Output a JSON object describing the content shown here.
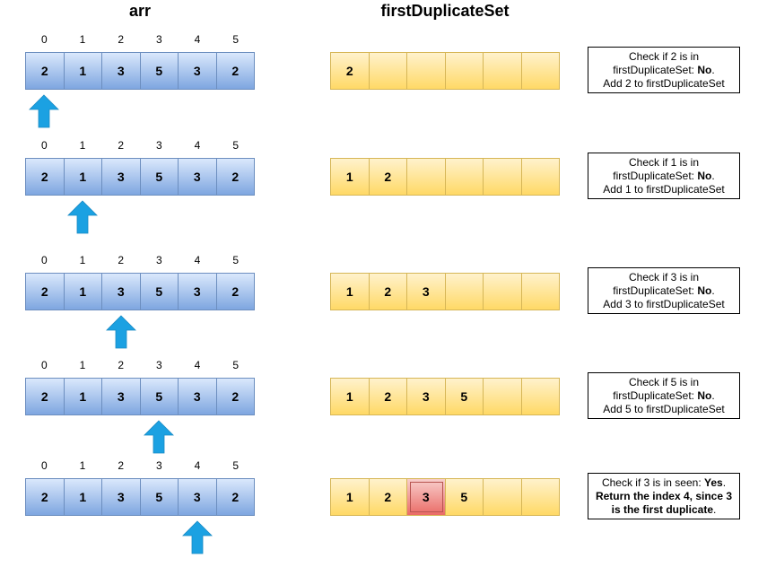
{
  "headings": {
    "arr": "arr",
    "set": "firstDuplicateSet"
  },
  "indices": [
    "0",
    "1",
    "2",
    "3",
    "4",
    "5"
  ],
  "arr": [
    "2",
    "1",
    "3",
    "5",
    "3",
    "2"
  ],
  "steps": [
    {
      "pointer_index": 0,
      "set_values": [
        "2",
        "",
        "",
        "",
        "",
        ""
      ],
      "highlight_index": null,
      "note": {
        "l1": "Check if 2 is in",
        "l2a": "firstDuplicateSet: ",
        "l2b": "No",
        "l2c": ".",
        "l3": "Add 2 to firstDuplicateSet"
      }
    },
    {
      "pointer_index": 1,
      "set_values": [
        "1",
        "2",
        "",
        "",
        "",
        ""
      ],
      "highlight_index": null,
      "note": {
        "l1": "Check if 1 is in",
        "l2a": "firstDuplicateSet: ",
        "l2b": "No",
        "l2c": ".",
        "l3": "Add 1 to firstDuplicateSet"
      }
    },
    {
      "pointer_index": 2,
      "set_values": [
        "1",
        "2",
        "3",
        "",
        "",
        ""
      ],
      "highlight_index": null,
      "note": {
        "l1": "Check if 3 is in",
        "l2a": "firstDuplicateSet: ",
        "l2b": "No",
        "l2c": ".",
        "l3": "Add 3 to firstDuplicateSet"
      }
    },
    {
      "pointer_index": 3,
      "set_values": [
        "1",
        "2",
        "3",
        "5",
        "",
        ""
      ],
      "highlight_index": null,
      "note": {
        "l1": "Check if 5 is in",
        "l2a": "firstDuplicateSet: ",
        "l2b": "No",
        "l2c": ".",
        "l3": "Add 5 to firstDuplicateSet"
      }
    },
    {
      "pointer_index": 4,
      "set_values": [
        "1",
        "2",
        "3",
        "5",
        "",
        ""
      ],
      "highlight_index": 2,
      "note": {
        "l1a": "Check if 3 is in seen: ",
        "l1b": "Yes",
        "l1c": ".",
        "l2": "Return the index 4, since 3",
        "l3a": "is the first duplicate",
        "l3b": "."
      }
    }
  ],
  "colors": {
    "arr_fill": "#dae8fc",
    "arr_border": "#6c8ebf",
    "set_fill": "#fff2cc",
    "set_border": "#d6b656",
    "hit_fill": "#f8cecc",
    "hit_border": "#b85450",
    "pointer": "#1ba1e2"
  }
}
